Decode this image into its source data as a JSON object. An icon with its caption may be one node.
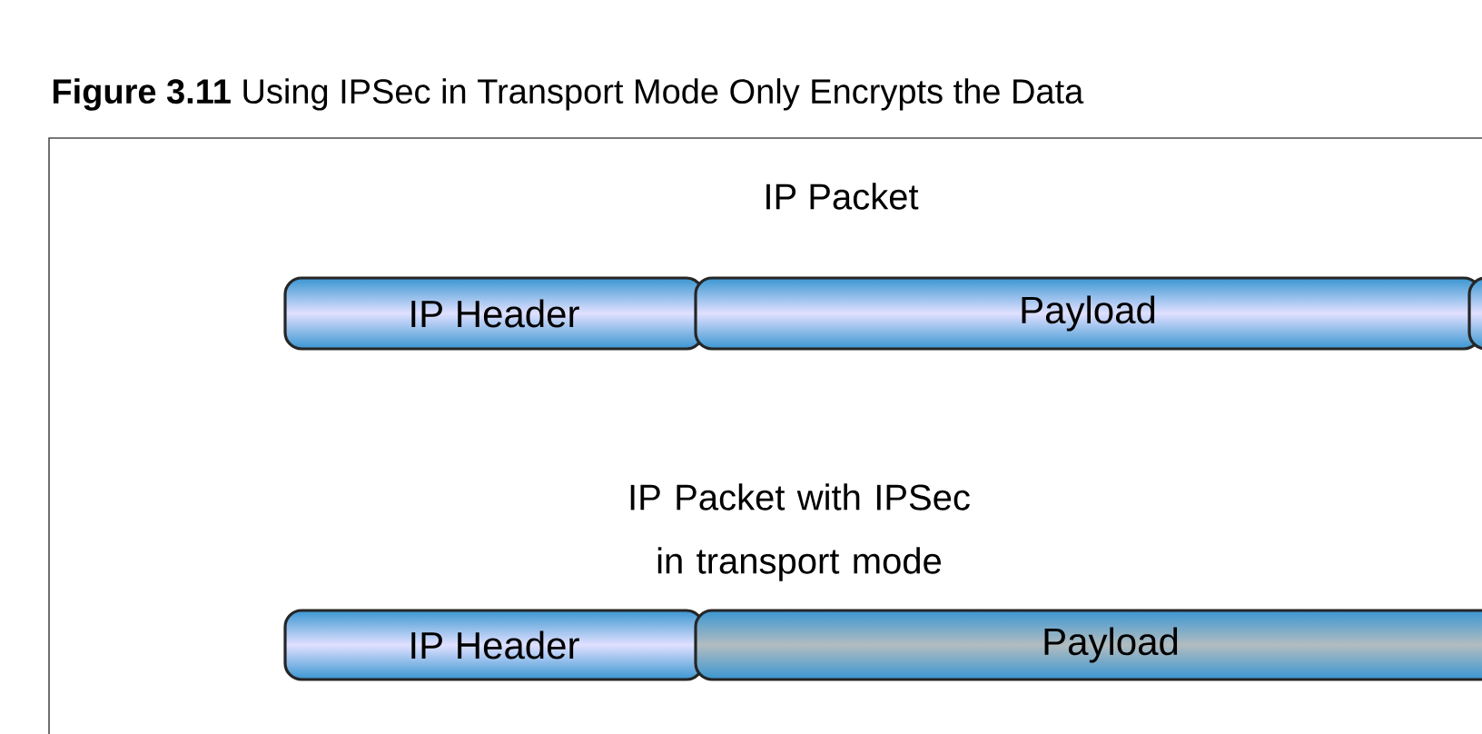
{
  "diagram": {
    "title": "**Figure 3.11** Using IPSec in Transport Mode Only Encrypts the Data",
    "nodes": [
      {
        "text": [
          "IP Header"
        ]
      },
      {
        "text": [
          "Payload"
        ]
      },
      {
        "text": [],
        "shape": "bar"
      },
      {
        "text": [
          "IP Header"
        ]
      },
      {
        "text": [
          "Payload"
        ]
      }
    ],
    "labels": [
      "IP Packet",
      "IP Packet with IPSec in transport mode"
    ]
  }
}
